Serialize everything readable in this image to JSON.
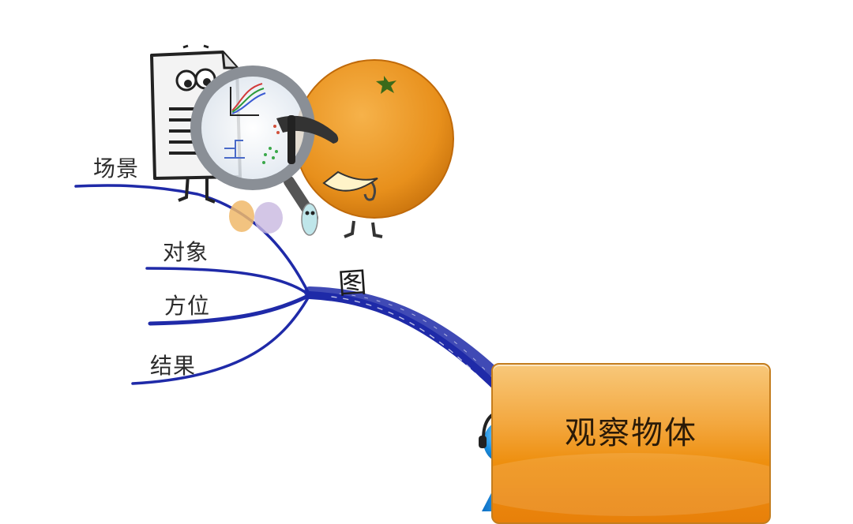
{
  "diagram": {
    "central_topic": "观察物体",
    "main_branch_label": "图",
    "branches": [
      {
        "label": "场景"
      },
      {
        "label": "对象"
      },
      {
        "label": "方位"
      },
      {
        "label": "结果"
      }
    ]
  },
  "colors": {
    "branch": "#1f2aa8",
    "central_fill": "#f3a73e",
    "orange_fruit": "#e8901c",
    "person_icon": "#1a8fe0"
  },
  "icons": [
    "document-character-icon",
    "magnifying-glass-icon",
    "orange-character-icon",
    "person-icon"
  ]
}
